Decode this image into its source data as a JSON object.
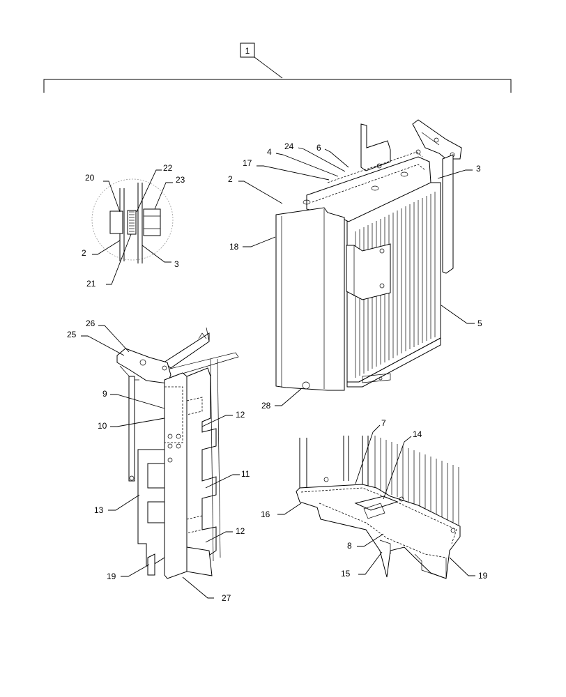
{
  "assembly_label": "1",
  "callouts": {
    "c20": "20",
    "c22": "22",
    "c23": "23",
    "c2a": "2",
    "c21": "21",
    "c3a": "3",
    "c17": "17",
    "c4": "4",
    "c24": "24",
    "c6": "6",
    "c2b": "2",
    "c3b": "3",
    "c18": "18",
    "c5": "5",
    "c28": "28",
    "c26": "26",
    "c25": "25",
    "c9": "9",
    "c10": "10",
    "c12a": "12",
    "c11": "11",
    "c13": "13",
    "c12b": "12",
    "c19a": "19",
    "c27": "27",
    "c7": "7",
    "c14": "14",
    "c16": "16",
    "c8": "8",
    "c15": "15",
    "c19b": "19"
  }
}
